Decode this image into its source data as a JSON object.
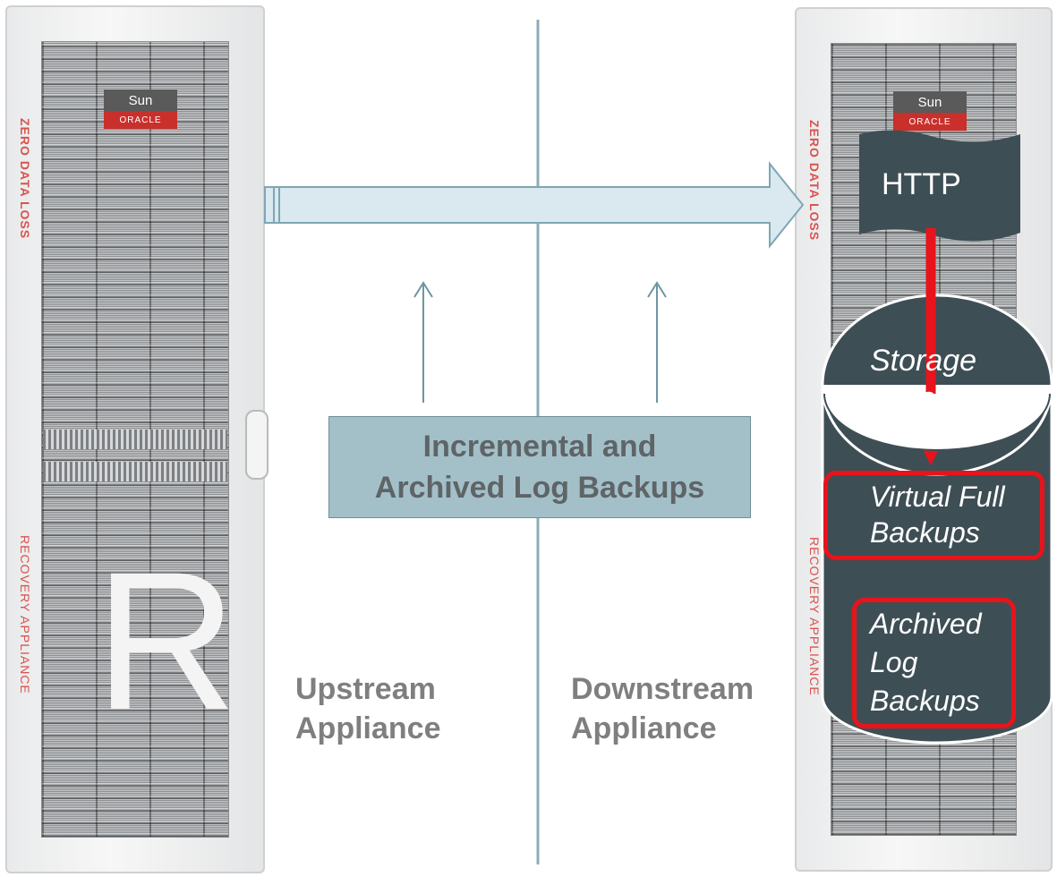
{
  "upstream_rack": {
    "brand_top": "Sun",
    "brand_bottom": "ORACLE",
    "side_label_top": "ZERO DATA LOSS",
    "side_label_bottom": "RECOVERY APPLIANCE",
    "logo_letter": "R"
  },
  "downstream_rack": {
    "brand_top": "Sun",
    "brand_bottom": "ORACLE",
    "side_label_top": "ZERO DATA LOSS",
    "side_label_bottom": "RECOVERY APPLIANCE"
  },
  "callout": {
    "line1": "Incremental and",
    "line2": "Archived Log Backups"
  },
  "labels": {
    "upstream_line1": "Upstream",
    "upstream_line2": "Appliance",
    "downstream_line1": "Downstream",
    "downstream_line2": "Appliance"
  },
  "http_banner": "HTTP",
  "storage": {
    "title_line1": "Storage",
    "title_line2": "Location",
    "virtual_line1": "Virtual Full",
    "virtual_line2": "Backups",
    "archived_line1": "Archived",
    "archived_line2": "Log",
    "archived_line3": "Backups"
  },
  "colors": {
    "arrow_fill": "#d9e9ef",
    "arrow_stroke": "#7fa6b4",
    "divider": "#8eacb8",
    "dark_shape": "#3e4e55",
    "highlight_red": "#e8141b",
    "callout_fill": "#a3c0c9"
  }
}
